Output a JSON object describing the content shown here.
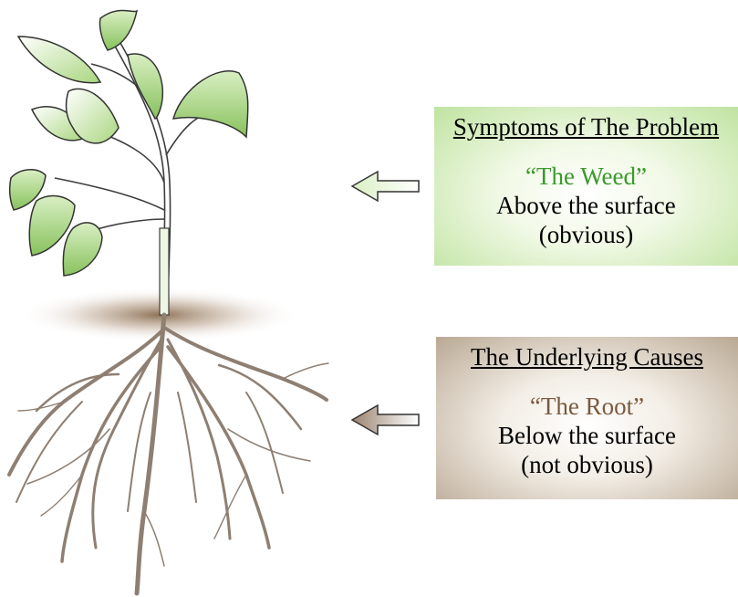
{
  "colors": {
    "weed_accent": "#3a9a2a",
    "root_accent": "#7b5a3e",
    "leaf": "#a9d67f",
    "root": "#8e7f72"
  },
  "symptoms": {
    "heading": "Symptoms of The Problem",
    "quote": "“The Weed”",
    "line1": "Above the surface",
    "line2": "(obvious)"
  },
  "causes": {
    "heading": "The Underlying Causes",
    "quote": "“The Root”",
    "line1": "Below the surface",
    "line2": "(not obvious)"
  },
  "icons": [
    "plant-illustration",
    "left-arrow-icon"
  ]
}
